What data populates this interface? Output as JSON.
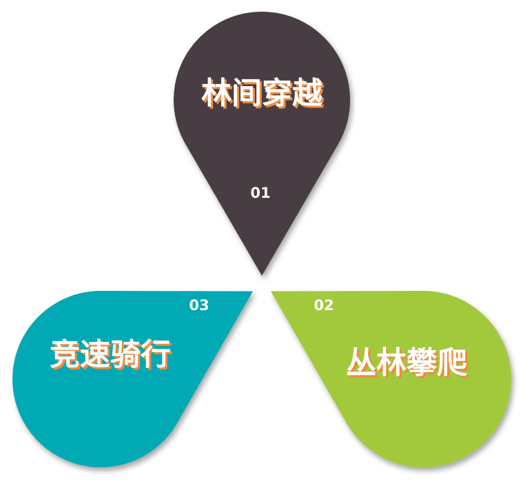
{
  "items": [
    {
      "number": "01",
      "label": "林间穿越",
      "color": "#473c43"
    },
    {
      "number": "02",
      "label": "丛林攀爬",
      "color": "#a2c93a"
    },
    {
      "number": "03",
      "label": "竞速骑行",
      "color": "#00a9b4"
    }
  ],
  "text_shadow_color": "#f08a3c"
}
